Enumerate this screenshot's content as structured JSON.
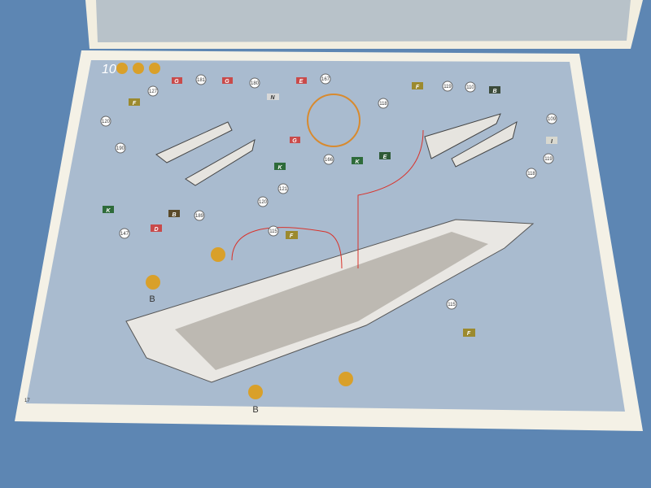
{
  "step": {
    "number": "10"
  },
  "parts": {
    "p181": "181",
    "p127": "127",
    "p120a": "120",
    "p190": "190",
    "p180": "180",
    "p167": "167",
    "p166": "166",
    "p121": "121",
    "p120b": "120",
    "p189": "189",
    "p147": "147",
    "p118a": "118",
    "p119a": "119",
    "p110": "110",
    "p109": "109",
    "p119b": "119",
    "p118b": "118",
    "p115a": "115",
    "p115b": "115"
  },
  "flags": {
    "g1": "G",
    "g2": "G",
    "e1": "E",
    "n": "N",
    "g3": "G",
    "k1": "K",
    "k2": "K",
    "k3": "K",
    "b1": "B",
    "d": "D",
    "f1": "F",
    "f2": "F",
    "b2": "B",
    "e2": "E",
    "i": "I",
    "f3": "F",
    "f4": "F"
  },
  "assembly_labels": {
    "left": "B",
    "bottom": "B"
  },
  "footer": {
    "page_number": "17"
  },
  "colors": {
    "background": "#5d86b3",
    "panel": "#a9bbcf",
    "paper": "#f4f1e6",
    "arrow": "#d9322a",
    "callout": "#d88a2e"
  }
}
